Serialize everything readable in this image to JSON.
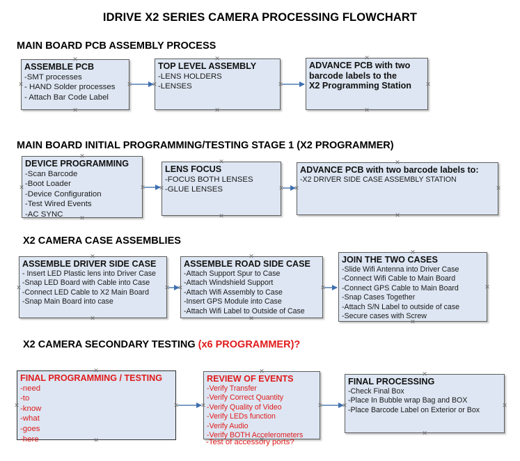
{
  "document": {
    "title": "IDRIVE X2  SERIES CAMERA PROCESSING FLOWCHART"
  },
  "colors": {
    "node_fill": "#dde6f2",
    "node_border": "#5c5c5c",
    "connector": "#7b9cc4",
    "arrow_head": "#3f6fb0",
    "accent_red": "#e01b1b",
    "text": "#111111",
    "background": "#ffffff"
  },
  "sections": [
    {
      "heading": "MAIN BOARD PCB ASSEMBLY PROCESS",
      "heading_accent": "",
      "nodes": [
        {
          "title": "ASSEMBLE PCB",
          "lines": [
            "-SMT processes",
            "- HAND Solder processes",
            "- Attach Bar Code Label"
          ]
        },
        {
          "title": "TOP LEVEL ASSEMBLY",
          "lines": [
            "-LENS HOLDERS",
            "-LENSES"
          ]
        },
        {
          "title": "ADVANCE PCB with two",
          "lines": [
            "barcode labels to the",
            " X2 Programming Station"
          ]
        }
      ]
    },
    {
      "heading": "MAIN BOARD INITIAL PROGRAMMING/TESTING STAGE 1 (X2 PROGRAMMER)",
      "heading_accent": "",
      "nodes": [
        {
          "title": "DEVICE PROGRAMMING",
          "lines": [
            "-Scan Barcode",
            "-Boot Loader",
            "-Device Configuration",
            "-Test Wired Events",
            "-AC SYNC"
          ]
        },
        {
          "title": "LENS FOCUS",
          "lines": [
            "-FOCUS BOTH LENSES",
            "-GLUE LENSES"
          ]
        },
        {
          "title": "ADVANCE PCB with two barcode labels to:",
          "lines": [
            "-X2 DRIVER  SIDE  CASE  ASSEMBLY STATION"
          ]
        }
      ]
    },
    {
      "heading": "X2 CAMERA CASE ASSEMBLIES",
      "heading_accent": "",
      "nodes": [
        {
          "title": "ASSEMBLE DRIVER SIDE CASE",
          "lines": [
            "- Insert LED Plastic lens into Driver Case",
            "-Snap LED Board with Cable into Case",
            "-Connect LED Cable to X2 Main Board",
            "-Snap Main Board into case"
          ]
        },
        {
          "title": "ASSEMBLE ROAD SIDE CASE",
          "lines": [
            "-Attach Support Spur to Case",
            "-Attach Windshield Support",
            "-Attach Wifi Assembly to Case",
            "-Insert GPS Module into Case",
            "-Attach Wifi Label to Outside of Case"
          ]
        },
        {
          "title": "JOIN THE TWO CASES",
          "lines": [
            "-Slide Wifi Antenna into Driver Case",
            "-Connect Wifi Cable to Main Board",
            "-Connect GPS Cable to Main Board",
            "-Snap Cases Together",
            "-Attach S/N Label to outside of case",
            "-Secure cases with Screw"
          ]
        }
      ]
    },
    {
      "heading": "X2 CAMERA SECONDARY TESTING ",
      "heading_accent": "(x6 PROGRAMMER)?",
      "nodes": [
        {
          "title": "FINAL PROGRAMMING / TESTING",
          "lines": [
            "-need",
            "-to",
            "-know",
            "-what",
            "-goes",
            "-here"
          ]
        },
        {
          "title": "REVIEW OF EVENTS",
          "lines": [
            "-Verify Transfer",
            "-Verify Correct Quantity",
            "-Verify Quality of Video",
            "-Verify LEDs function",
            "-Verify Audio",
            "-Verify BOTH Accelerometers"
          ],
          "overflow_line": "-Test of accessory ports?"
        },
        {
          "title": "FINAL PROCESSING",
          "lines": [
            " -Check Final Box",
            "-Place In Bubble wrap Bag and BOX",
            "-Place Barcode Label on Exterior or Box"
          ]
        }
      ]
    }
  ]
}
